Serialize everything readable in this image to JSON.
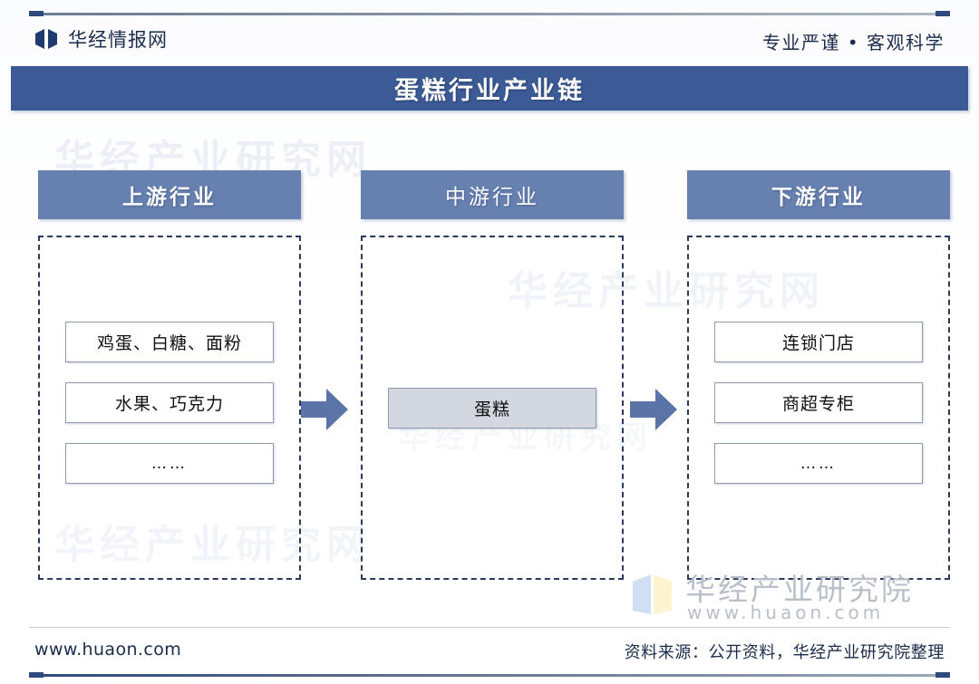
{
  "header": {
    "brand_name": "华经情报网",
    "brand_mark_icon": "book-wings-logo-icon",
    "tagline": "专业严谨 • 客观科学"
  },
  "title_bar": {
    "title": "蛋糕行业产业链",
    "background": "#3c5b96",
    "text_color": "#ffffff"
  },
  "diagram": {
    "header_fill": "#6680b0",
    "dashed_border_color": "#2b3a5c",
    "arrow_color": "#5a74a8",
    "columns": [
      {
        "key": "upstream",
        "heading": "上游行业",
        "nodes": [
          {
            "label": "鸡蛋、白糖、面粉",
            "highlight": false
          },
          {
            "label": "水果、巧克力",
            "highlight": false
          },
          {
            "label": "……",
            "highlight": false
          }
        ]
      },
      {
        "key": "midstream",
        "heading": "中游行业",
        "nodes": [
          {
            "label": "蛋糕",
            "highlight": true
          }
        ]
      },
      {
        "key": "downstream",
        "heading": "下游行业",
        "nodes": [
          {
            "label": "连锁门店",
            "highlight": false
          },
          {
            "label": "商超专柜",
            "highlight": false
          },
          {
            "label": "……",
            "highlight": false
          }
        ]
      }
    ],
    "arrows": [
      {
        "name": "arrow-upstream-to-midstream",
        "icon": "arrow-right-icon"
      },
      {
        "name": "arrow-midstream-to-downstream",
        "icon": "arrow-right-icon"
      }
    ]
  },
  "watermarks": {
    "background_text": "华经产业研究网",
    "logo_text": "华经产业研究院",
    "logo_url": "www.huaon.com",
    "logo_icon": "open-book-logo-icon"
  },
  "footer": {
    "site_url": "www.huaon.com",
    "source_note": "资料来源：公开资料，华经产业研究院整理"
  }
}
